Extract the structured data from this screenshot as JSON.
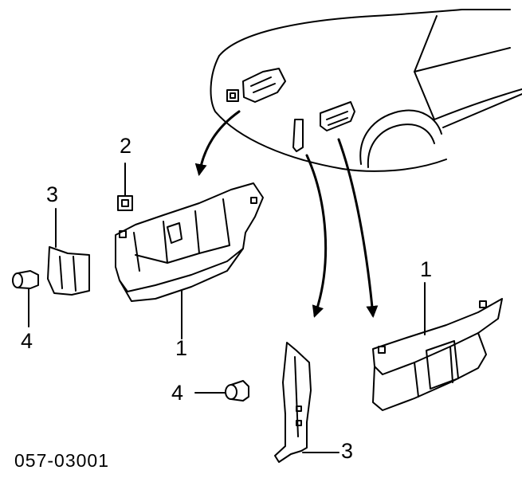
{
  "callouts": {
    "bracket_top_label": "2",
    "bracket_left_label": "3",
    "clip_left_label": "4",
    "reinforcement_left_label": "1",
    "reinforcement_right_label": "1",
    "clip_bottom_label": "4",
    "bracket_bottom_label": "3"
  },
  "diagram_code": "057-03001"
}
